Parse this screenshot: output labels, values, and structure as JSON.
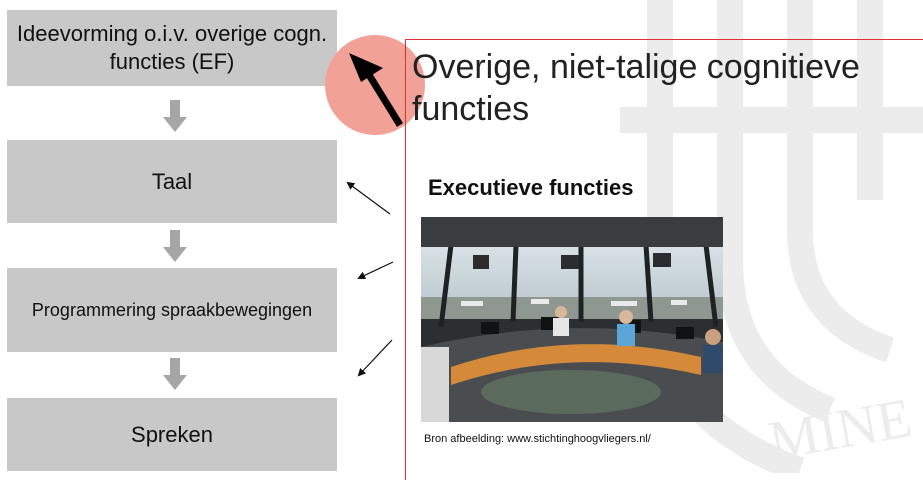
{
  "flow": {
    "box1": "Ideevorming o.i.v. overige cogn. functies (EF)",
    "box2": "Taal",
    "box3": "Programmering spraakbewegingen",
    "box4": "Spreken"
  },
  "panel": {
    "title": "Overige, niet-talige cognitieve functies",
    "subtitle": "Executieve functies",
    "credit": "Bron afbeelding: www.stichtinghoogvliegers.nl/"
  },
  "watermark": {
    "text": "MINE"
  },
  "colors": {
    "box_fill": "#c8c8c8",
    "arrow_gray": "#a6a6a6",
    "highlight_circle": "#f1a196",
    "panel_border": "#e03030"
  }
}
